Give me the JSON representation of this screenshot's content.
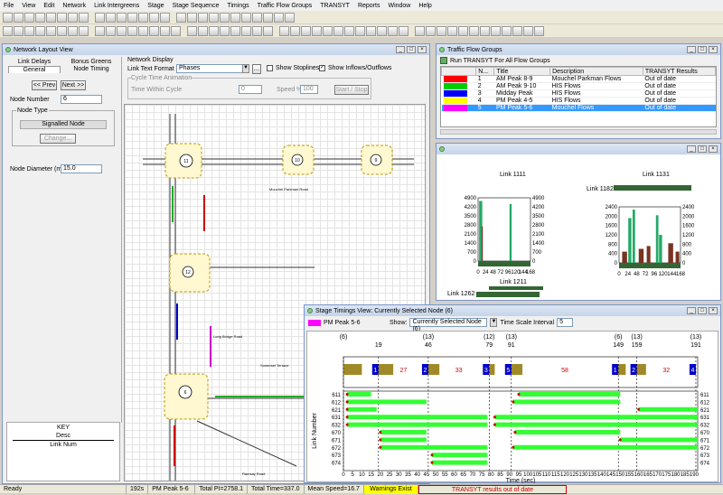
{
  "menu": [
    "File",
    "View",
    "Edit",
    "Network",
    "Link Intergreens",
    "Stage",
    "Stage Sequence",
    "Timings",
    "Traffic Flow Groups",
    "TRANSYT",
    "Reports",
    "Window",
    "Help"
  ],
  "network_layout": {
    "title": "Network Layout View",
    "tabs": [
      "Link Delays",
      "Bonus Greens",
      "General",
      "Node Timing"
    ],
    "prev_label": "<< Prev",
    "next_label": "Next >>",
    "node_number_label": "Node Number",
    "node_number_value": "6",
    "node_type_label": "Node Type",
    "node_type_value": "Signalled Node",
    "change_label": "Change...",
    "node_diameter_label": "Node Diameter (mm)",
    "node_diameter_value": "15.0",
    "network_display_label": "Network Display",
    "link_text_format_label": "Link Text Format",
    "link_text_format_value": "Phases",
    "show_stoplines_label": "Show Stoplines",
    "show_inflows_label": "Show Inflows/Outflows",
    "cycle_anim_label": "Cycle Time Animation",
    "time_within_cycle_label": "Time Within Cycle",
    "time_within_cycle_value": "0",
    "speed_label": "Speed %",
    "speed_value": "100",
    "start_stop_label": "Start / Stop",
    "key_title": "KEY",
    "key_desc": "Desc",
    "key_link": "Link Num",
    "node_labels": [
      "11",
      "10",
      "9",
      "12",
      "6"
    ],
    "map_texts": [
      "Mouchel Parkman Road",
      "Long Bridge Road",
      "Somerset Terrace",
      "Ramsay Road"
    ]
  },
  "tfg": {
    "title": "Traffic Flow Groups",
    "run_label": "Run TRANSYT For All Flow Groups",
    "columns": [
      "N...",
      "Title",
      "Description",
      "TRANSYT Results"
    ],
    "rows": [
      {
        "color": "#ff0000",
        "n": "1",
        "title": "AM Peak 8-9",
        "desc": "Mouchel Parkman Flows",
        "result": "Out of date"
      },
      {
        "color": "#00cc00",
        "n": "2",
        "title": "AM Peak 9-10",
        "desc": "HIS Flows",
        "result": "Out of date"
      },
      {
        "color": "#0000ff",
        "n": "3",
        "title": "Midday Peak",
        "desc": "HIS Flows",
        "result": "Out of date"
      },
      {
        "color": "#ffff00",
        "n": "4",
        "title": "PM Peak 4-5",
        "desc": "HIS Flows",
        "result": "Out of date"
      },
      {
        "color": "#ff00ff",
        "n": "5",
        "title": "PM Peak 5-6",
        "desc": "Mouchel Flows",
        "result": "Out of date"
      }
    ]
  },
  "link_charts": {
    "link1111": {
      "title": "Link 1111",
      "yticks": [
        "4900",
        "4200",
        "3500",
        "2800",
        "2100",
        "1400",
        "700",
        "0"
      ],
      "xticks": [
        "0",
        "24",
        "48",
        "72",
        "96",
        "120",
        "144",
        "168"
      ]
    },
    "link1131": {
      "title": "Link 1131",
      "yticks": [
        "2400",
        "2000",
        "1600",
        "1200",
        "800",
        "400",
        "0"
      ],
      "xticks": [
        "0",
        "24",
        "48",
        "72",
        "96",
        "120",
        "144",
        "168"
      ]
    },
    "link1182": "Link 1182",
    "link1211": "Link 1211",
    "link1262": "Link 1262"
  },
  "stage_timings": {
    "title": "Stage Timings View: Currently Selected Node (6)",
    "flow_group": "PM Peak 5-6",
    "flow_group_color": "#ff00ff",
    "show_label": "Show:",
    "show_value": "Currently Selected Node (6)",
    "scale_label": "Time Scale Interval",
    "scale_value": "5",
    "ylabel": "Link Number",
    "xlabel": "Time (sec)",
    "links": [
      "611",
      "612",
      "621",
      "631",
      "632",
      "670",
      "671",
      "672",
      "673",
      "674"
    ],
    "stages": [
      {
        "label": "1",
        "start": 0,
        "end": 19,
        "olive": 10
      },
      {
        "label": "2",
        "start": 19,
        "end": 46,
        "olive": 8
      },
      {
        "label": "3",
        "start": 46,
        "end": 79,
        "olive": 6
      },
      {
        "label": "5",
        "start": 79,
        "end": 91,
        "olive": 3
      },
      {
        "label": "1",
        "start": 91,
        "end": 149,
        "olive": 6
      },
      {
        "label": "2",
        "start": 149,
        "end": 159,
        "olive": 4
      },
      {
        "label": "4",
        "start": 159,
        "end": 191,
        "olive": 5
      }
    ],
    "markers": [
      {
        "t": 19,
        "top": "",
        "bottom": "19"
      },
      {
        "t": 46,
        "top": "(13)",
        "bottom": "46"
      },
      {
        "t": 79,
        "top": "(12)",
        "bottom": "79"
      },
      {
        "t": 91,
        "top": "(13)",
        "bottom": "91"
      },
      {
        "t": 149,
        "top": "(6)",
        "bottom": "149"
      },
      {
        "t": 159,
        "top": "(13)",
        "bottom": "159"
      },
      {
        "t": 191,
        "top": "(13)",
        "bottom": "191"
      },
      {
        "t": 0,
        "top": "(6)",
        "bottom": ""
      }
    ],
    "stage_durations": [
      "",
      "27",
      "33",
      "",
      "58",
      "",
      "32",
      ""
    ],
    "green_bars": [
      {
        "row": 0,
        "s": 2,
        "e": 15
      },
      {
        "row": 0,
        "s": 95,
        "e": 150
      },
      {
        "row": 1,
        "s": 2,
        "e": 45
      },
      {
        "row": 1,
        "s": 92,
        "e": 150
      },
      {
        "row": 2,
        "s": 2,
        "e": 18
      },
      {
        "row": 2,
        "s": 160,
        "e": 192
      },
      {
        "row": 3,
        "s": 2,
        "e": 78
      },
      {
        "row": 3,
        "s": 82,
        "e": 192
      },
      {
        "row": 4,
        "s": 2,
        "e": 78
      },
      {
        "row": 4,
        "s": 82,
        "e": 192
      },
      {
        "row": 5,
        "s": 20,
        "e": 45
      },
      {
        "row": 5,
        "s": 93,
        "e": 150
      },
      {
        "row": 6,
        "s": 20,
        "e": 45
      },
      {
        "row": 6,
        "s": 150,
        "e": 192
      },
      {
        "row": 7,
        "s": 20,
        "e": 78
      },
      {
        "row": 7,
        "s": 92,
        "e": 192
      },
      {
        "row": 8,
        "s": 48,
        "e": 78
      },
      {
        "row": 9,
        "s": 48,
        "e": 78
      }
    ],
    "xticks": [
      "0",
      "5",
      "10",
      "15",
      "20",
      "25",
      "30",
      "35",
      "40",
      "45",
      "50",
      "55",
      "60",
      "65",
      "70",
      "75",
      "80",
      "85",
      "90",
      "95",
      "100",
      "105",
      "110",
      "115",
      "120",
      "125",
      "130",
      "135",
      "140",
      "145",
      "150",
      "155",
      "160",
      "165",
      "170",
      "175",
      "180",
      "185",
      "190"
    ]
  },
  "status": {
    "ready": "Ready",
    "time": "192s",
    "group": "PM Peak 5-6",
    "total_pi": "Total PI=2758.1",
    "total_time": "Total Time=337.0",
    "mean_speed": "Mean Speed=16.7",
    "warnings": "Warnings Exist",
    "transyt": "TRANSYT results out of date"
  }
}
